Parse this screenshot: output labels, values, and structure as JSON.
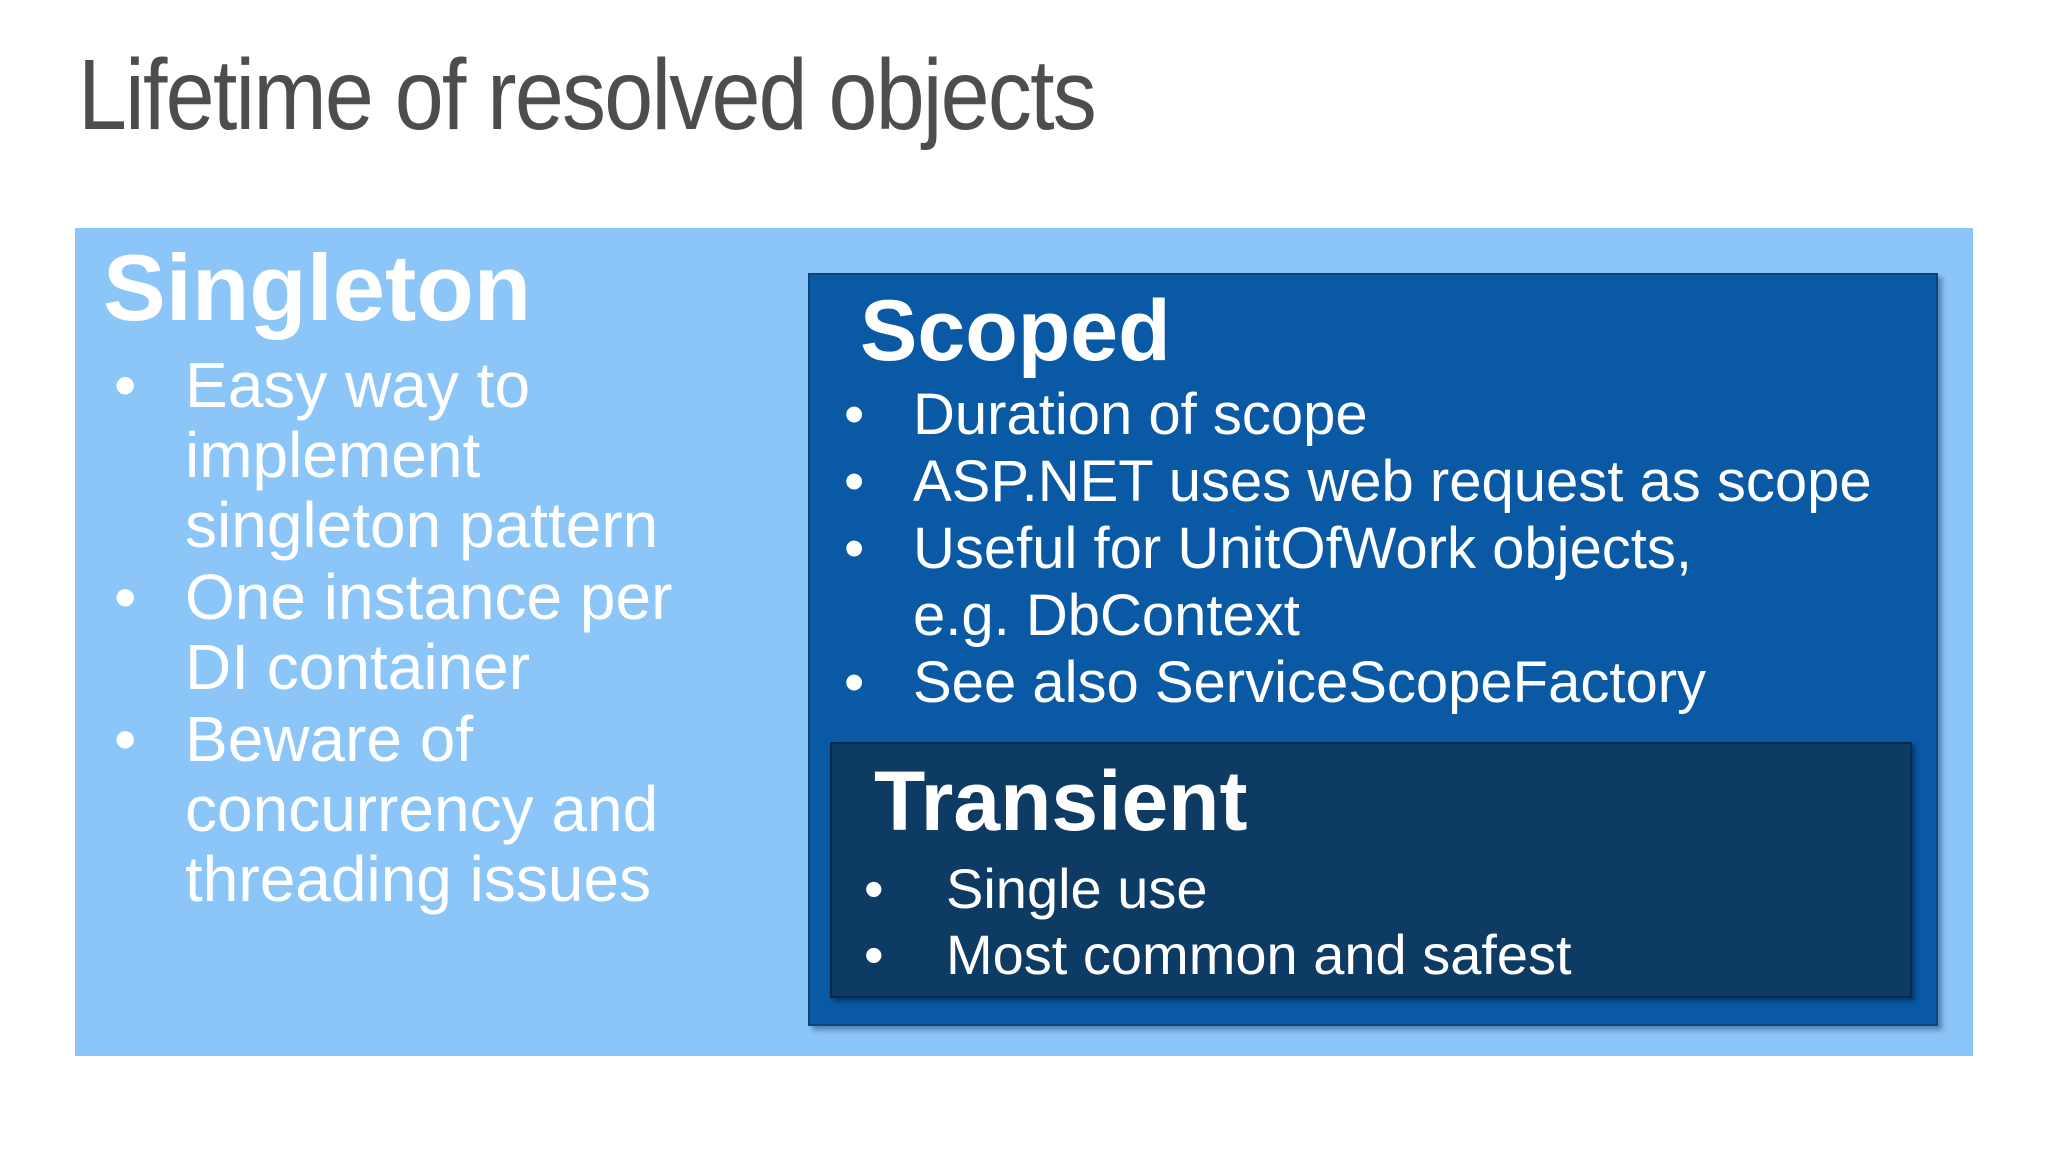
{
  "slide": {
    "title": "Lifetime of resolved objects",
    "colors": {
      "background": "#FFFFFF",
      "title_text": "#4D4D4D",
      "singleton_panel_light_blue": "#8CC6F8",
      "scoped_box_medium_blue": "#0959A4",
      "transient_box_dark_navy": "#0D3B63",
      "body_text": "#FFFFFF"
    },
    "bullet_glyph": "•",
    "sections": {
      "singleton": {
        "heading": "Singleton",
        "bullets": [
          "Easy way to\nimplement\nsingleton pattern",
          "One instance per\nDI container",
          "Beware of\nconcurrency and\nthreading issues"
        ]
      },
      "scoped": {
        "heading": "Scoped",
        "bullets": [
          "Duration of scope",
          "ASP.NET uses web request as scope",
          "Useful for UnitOfWork objects,\ne.g. DbContext",
          "See also ServiceScopeFactory"
        ]
      },
      "transient": {
        "heading": "Transient",
        "bullets": [
          "Single use",
          "Most common and safest"
        ]
      }
    }
  }
}
